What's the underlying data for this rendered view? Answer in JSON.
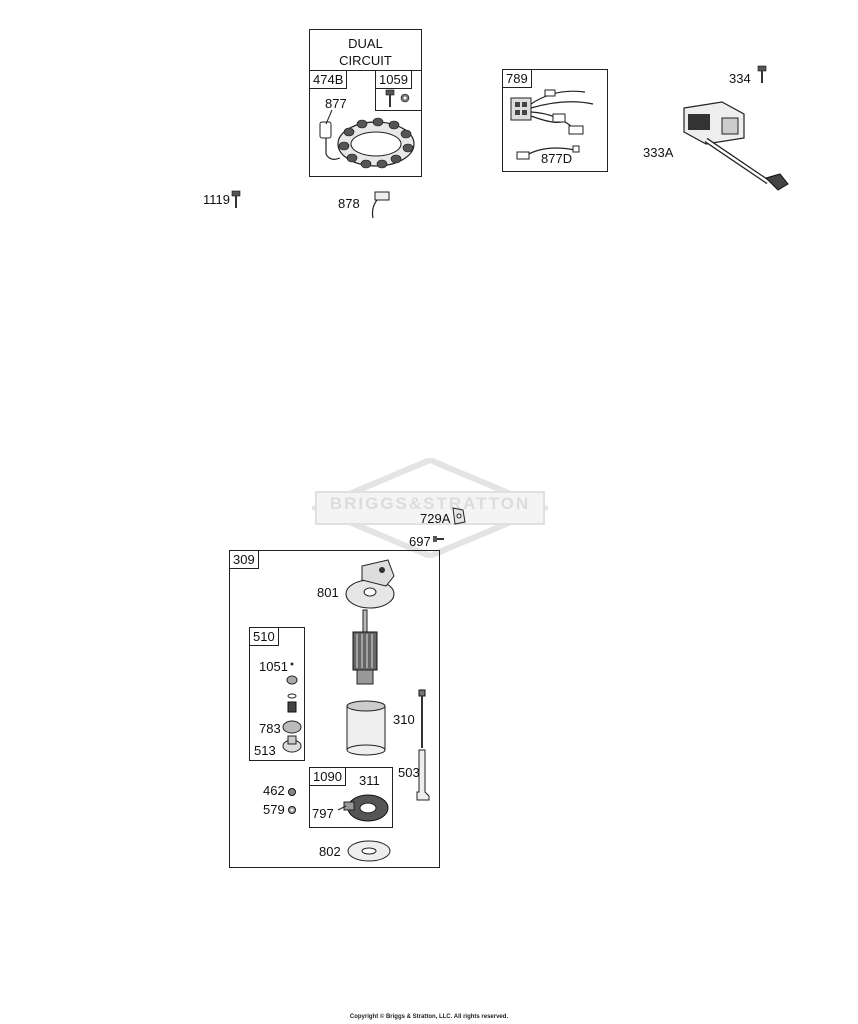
{
  "upper": {
    "dual_circuit_title": "DUAL\nCIRCUIT",
    "tag_474b": "474B",
    "tag_1059": "1059",
    "label_877": "877",
    "label_878": "878",
    "label_1119": "1119",
    "tag_789": "789",
    "label_877d": "877D",
    "label_334": "334",
    "label_333a": "333A"
  },
  "watermark": {
    "text": "BRIGGS&STRATTON"
  },
  "lower": {
    "label_729a": "729A",
    "label_697": "697",
    "tag_309": "309",
    "label_801": "801",
    "tag_510": "510",
    "label_1051": "1051",
    "label_783": "783",
    "label_513": "513",
    "label_310": "310",
    "tag_1090": "1090",
    "label_311": "311",
    "label_797": "797",
    "label_503": "503",
    "label_462": "462",
    "label_579": "579",
    "label_802": "802"
  },
  "footer": {
    "copyright": "Copyright © Briggs & Stratton, LLC. All rights reserved."
  }
}
